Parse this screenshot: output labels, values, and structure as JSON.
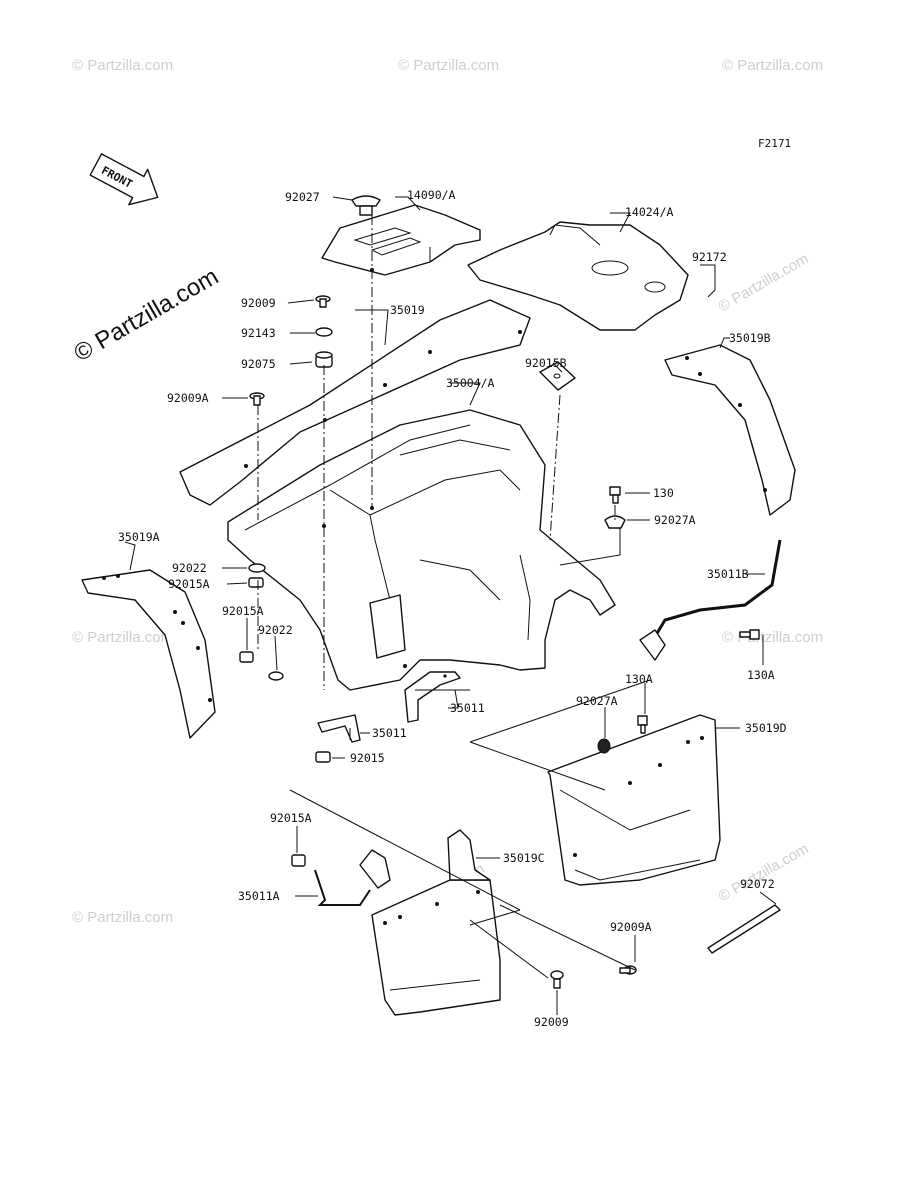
{
  "figure_code": "F2171",
  "front_label": "FRONT",
  "brand": "© Partzilla.com",
  "watermark": "© Partzilla.com",
  "parts": [
    {
      "id": "p-92027",
      "label": "92027"
    },
    {
      "id": "p-14090A",
      "label": "14090/A"
    },
    {
      "id": "p-14024A",
      "label": "14024/A"
    },
    {
      "id": "p-92172",
      "label": "92172"
    },
    {
      "id": "p-92009-top",
      "label": "92009"
    },
    {
      "id": "p-35019",
      "label": "35019"
    },
    {
      "id": "p-92143",
      "label": "92143"
    },
    {
      "id": "p-92075",
      "label": "92075"
    },
    {
      "id": "p-35019B",
      "label": "35019B"
    },
    {
      "id": "p-92009A-top",
      "label": "92009A"
    },
    {
      "id": "p-35004A",
      "label": "35004/A"
    },
    {
      "id": "p-92015B",
      "label": "92015B"
    },
    {
      "id": "p-130",
      "label": "130"
    },
    {
      "id": "p-92027A-right",
      "label": "92027A"
    },
    {
      "id": "p-35019A",
      "label": "35019A"
    },
    {
      "id": "p-92022-a",
      "label": "92022"
    },
    {
      "id": "p-92015A-a",
      "label": "92015A"
    },
    {
      "id": "p-92015A-b",
      "label": "92015A"
    },
    {
      "id": "p-92022-b",
      "label": "92022"
    },
    {
      "id": "p-35011B",
      "label": "35011B"
    },
    {
      "id": "p-130A-a",
      "label": "130A"
    },
    {
      "id": "p-130A-b",
      "label": "130A"
    },
    {
      "id": "p-92027A-b",
      "label": "92027A"
    },
    {
      "id": "p-35019D",
      "label": "35019D"
    },
    {
      "id": "p-35011-a",
      "label": "35011"
    },
    {
      "id": "p-35011-b",
      "label": "35011"
    },
    {
      "id": "p-92015",
      "label": "92015"
    },
    {
      "id": "p-92015A-c",
      "label": "92015A"
    },
    {
      "id": "p-35019C",
      "label": "35019C"
    },
    {
      "id": "p-35011A",
      "label": "35011A"
    },
    {
      "id": "p-92072",
      "label": "92072"
    },
    {
      "id": "p-92009A-b",
      "label": "92009A"
    },
    {
      "id": "p-92009-b",
      "label": "92009"
    }
  ]
}
